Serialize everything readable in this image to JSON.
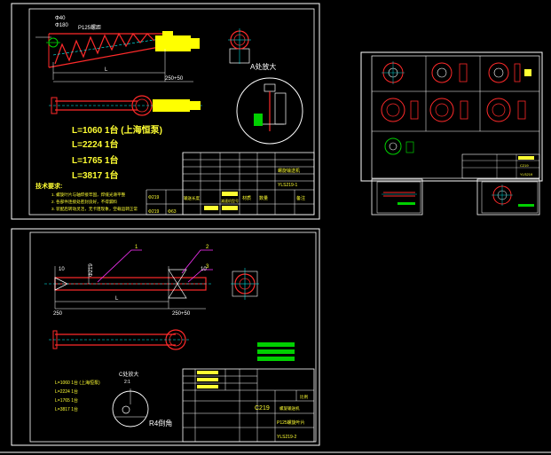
{
  "canvas": {
    "background": "#000000"
  },
  "colors": {
    "frame": "#ffffff",
    "part": "#ff2a2a",
    "dim": "#ffffff",
    "label": "#ffff33",
    "accent": "#00d000",
    "leader": "#ff33ff",
    "motor": "#ffff00",
    "cyan": "#00ffff"
  },
  "sheet1": {
    "detail_title": "A处放大",
    "dim_top_left": "Φ40",
    "dim_top_mid": "Φ180",
    "dim_pitch": "P125螺距",
    "dim_l": "L",
    "dim_flange": "250+50",
    "dim_d": "Φ219",
    "quantities": [
      "L=1060 1台 (上海恒泵)",
      "L=2224 1台",
      "L=1765 1台",
      "L=3817 1台"
    ],
    "notes_title": "技术要求:",
    "notes": [
      "1. 螺旋叶片与轴焊接牢固，焊缝光滑平整",
      "2. 各部件连接处密封良好，不得漏料",
      "3. 装配后转动灵活，无卡阻现象，空载运转正常"
    ],
    "table_cells": [
      "螺旋输送机",
      "YLS219-1",
      "Φ219",
      "Φ63",
      "输送长度",
      "减速机型号",
      "材质",
      "数量",
      "备注"
    ]
  },
  "sheet2": {
    "leader_numbers": [
      "1",
      "2",
      "3"
    ],
    "dim_top_left": "10",
    "dim_top_right": "10",
    "dim_height": "Φ219",
    "dim_l": "L",
    "dim_base": "250",
    "dim_flange": "250+50",
    "detail_title": "C处放大",
    "detail_scale": "2:1",
    "detail_radius": "R4倒角",
    "quantities": [
      "L=1060 1台 (上海恒泵)",
      "L=2224 1台",
      "L=1765 1台",
      "L=3817 1台"
    ],
    "title_code": "C219",
    "title_name": "螺旋输送机",
    "title_sub": "P125螺旋叶片",
    "title_drawing": "YLS219-2",
    "table_label": "比例"
  },
  "sheet3": {
    "title_code": "C219",
    "sub_code": "YLS219"
  }
}
